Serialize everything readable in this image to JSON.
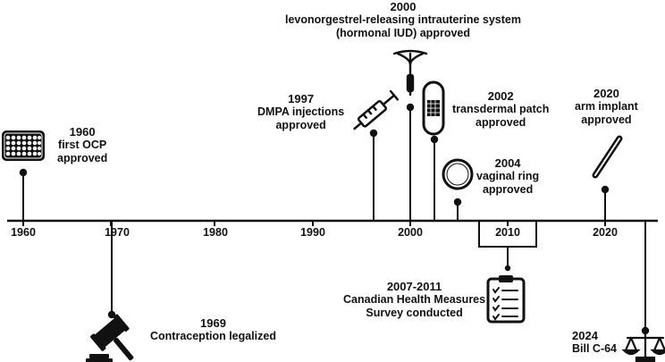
{
  "colors": {
    "ink": "#111111",
    "background": "#ffffff"
  },
  "axis": {
    "ticks": [
      "1960",
      "1970",
      "1980",
      "1990",
      "2000",
      "2010",
      "2020"
    ]
  },
  "events": {
    "e1960": {
      "year": "1960",
      "text1": "first OCP",
      "text2": "approved",
      "icon": "pill-pack-icon"
    },
    "e1969": {
      "year": "1969",
      "text1": "Contraception legalized",
      "icon": "gavel-icon"
    },
    "e1997": {
      "year": "1997",
      "text1": "DMPA injections",
      "text2": "approved",
      "icon": "syringe-icon"
    },
    "e2000": {
      "year": "2000",
      "text1": "levonorgestrel-releasing intrauterine system",
      "text2": "(hormonal IUD) approved",
      "icon": "iud-icon"
    },
    "e2002": {
      "year": "2002",
      "text1": "transdermal patch",
      "text2": "approved",
      "icon": "patch-icon"
    },
    "e2004": {
      "year": "2004",
      "text1": "vaginal ring",
      "text2": "approved",
      "icon": "ring-icon"
    },
    "e2007": {
      "year": "2007-2011",
      "text1": "Canadian Health Measures",
      "text2": "Survey conducted",
      "icon": "clipboard-icon"
    },
    "e2020": {
      "year": "2020",
      "text1": "arm implant",
      "text2": "approved",
      "icon": "implant-icon"
    },
    "e2024": {
      "year": "2024",
      "text1": "Bill C-64",
      "icon": "scales-icon"
    }
  }
}
